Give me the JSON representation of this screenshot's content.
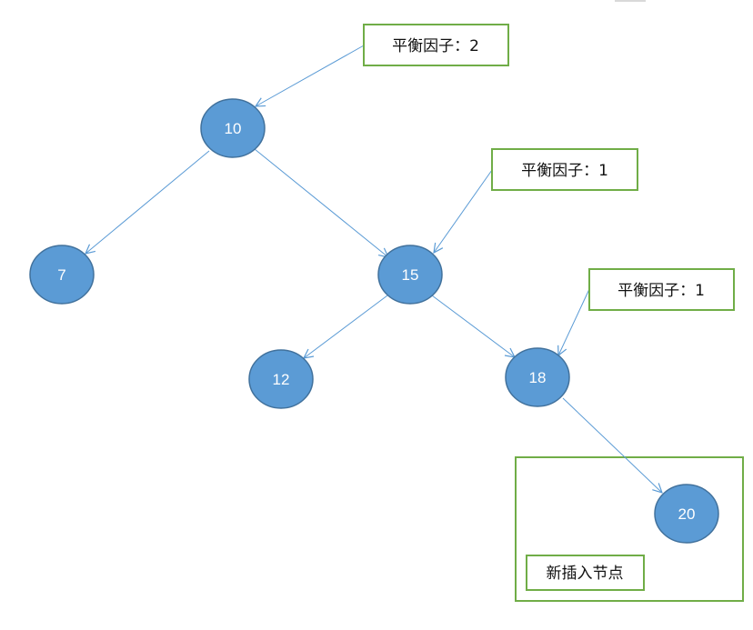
{
  "colors": {
    "node_fill": "#5b9bd5",
    "node_stroke": "#41719c",
    "edge": "#5b9bd5",
    "box_border": "#70ad47",
    "label_text": "#111111",
    "node_text": "#ffffff"
  },
  "nodes": {
    "n10": "10",
    "n7": "7",
    "n15": "15",
    "n12": "12",
    "n18": "18",
    "n20": "20"
  },
  "callouts": {
    "bf10": "平衡因子：2",
    "bf15": "平衡因子：1",
    "bf18": "平衡因子：1"
  },
  "new_node_label": "新插入节点"
}
